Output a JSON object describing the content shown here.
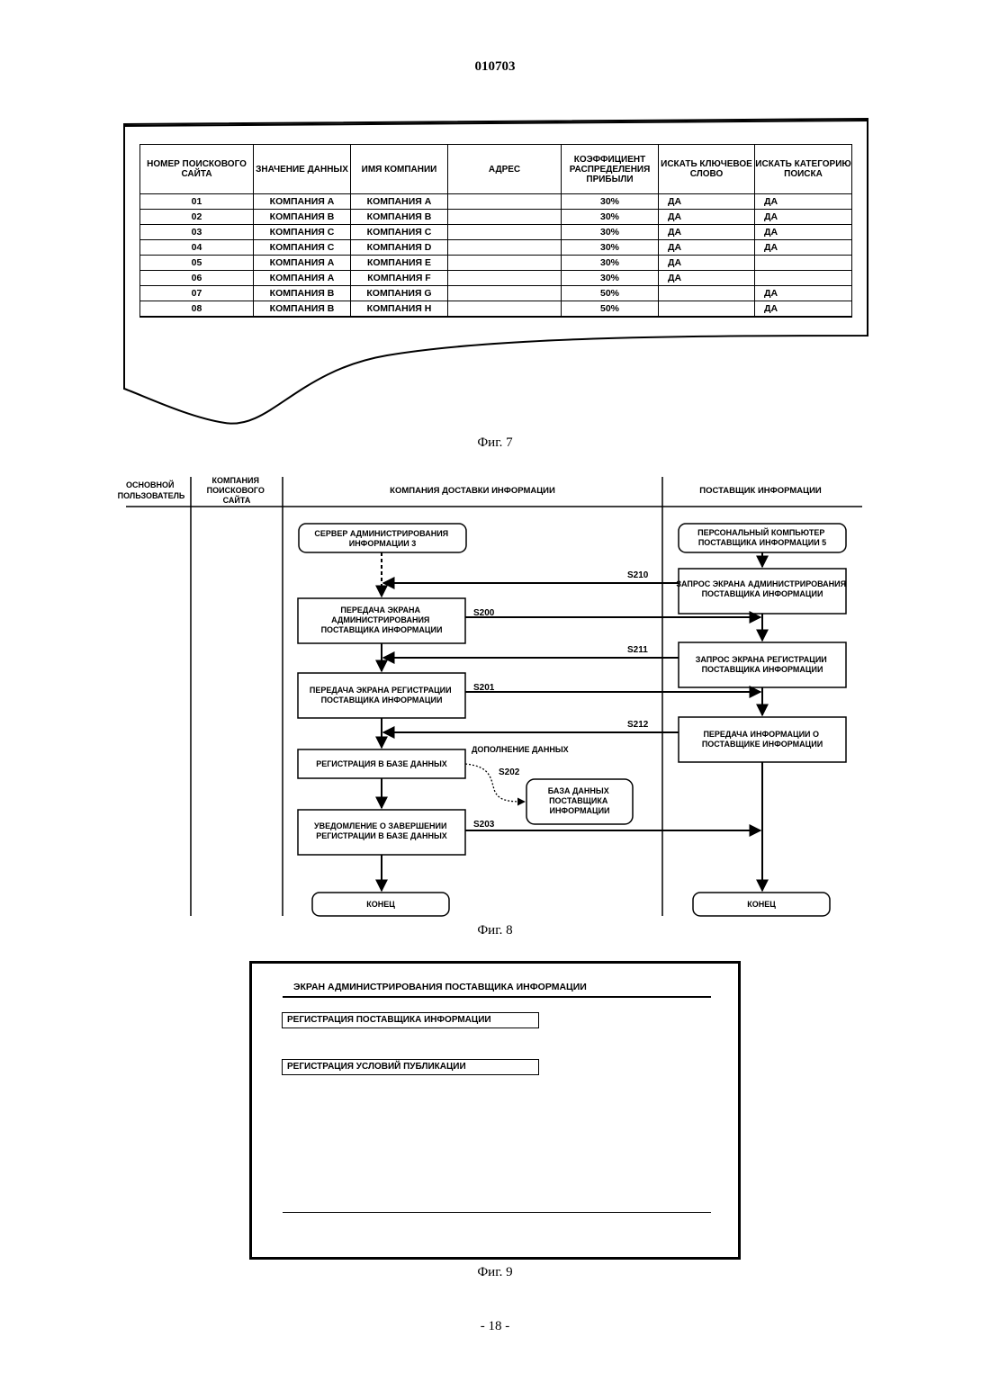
{
  "header": {
    "doc_number": "010703"
  },
  "fig7": {
    "caption": "Фиг. 7",
    "columns": [
      "НОМЕР ПОИСКОВОГО САЙТА",
      "ЗНАЧЕНИЕ ДАННЫХ",
      "ИМЯ КОМПАНИИ",
      "АДРЕС",
      "КОЭФФИЦИЕНТ РАСПРЕДЕЛЕНИЯ ПРИБЫЛИ",
      "ИСКАТЬ КЛЮЧЕВОЕ СЛОВО",
      "ИСКАТЬ КАТЕГОРИЮ ПОИСКА"
    ],
    "rows": [
      [
        "01",
        "КОМПАНИЯ A",
        "КОМПАНИЯ A",
        "",
        "30%",
        "ДА",
        "ДА"
      ],
      [
        "02",
        "КОМПАНИЯ B",
        "КОМПАНИЯ B",
        "",
        "30%",
        "ДА",
        "ДА"
      ],
      [
        "03",
        "КОМПАНИЯ C",
        "КОМПАНИЯ C",
        "",
        "30%",
        "ДА",
        "ДА"
      ],
      [
        "04",
        "КОМПАНИЯ C",
        "КОМПАНИЯ D",
        "",
        "30%",
        "ДА",
        "ДА"
      ],
      [
        "05",
        "КОМПАНИЯ A",
        "КОМПАНИЯ E",
        "",
        "30%",
        "ДА",
        ""
      ],
      [
        "06",
        "КОМПАНИЯ A",
        "КОМПАНИЯ F",
        "",
        "30%",
        "ДА",
        ""
      ],
      [
        "07",
        "КОМПАНИЯ B",
        "КОМПАНИЯ G",
        "",
        "50%",
        "",
        "ДА"
      ],
      [
        "08",
        "КОМПАНИЯ B",
        "КОМПАНИЯ H",
        "",
        "50%",
        "",
        "ДА"
      ]
    ]
  },
  "fig8": {
    "caption": "Фиг. 8",
    "lanes": {
      "main_user": [
        "ОСНОВНОЙ",
        "ПОЛЬЗОВАТЕЛЬ"
      ],
      "search_site": [
        "КОМПАНИЯ",
        "ПОИСКОВОГО",
        "САЙТА"
      ],
      "delivery_company": "КОМПАНИЯ ДОСТАВКИ ИНФОРМАЦИИ",
      "provider": "ПОСТАВЩИК ИНФОРМАЦИИ"
    },
    "boxes": {
      "admin_server": [
        "СЕРВЕР АДМИНИСТРИРОВАНИЯ",
        "ИНФОРМАЦИИ 3"
      ],
      "provider_pc": [
        "ПЕРСОНАЛЬНЫЙ КОМПЬЮТЕР",
        "ПОСТАВЩИКА ИНФОРМАЦИИ 5"
      ],
      "admin_screen_request": [
        "ЗАПРОС ЭКРАНА АДМИНИСТРИРОВАНИЯ",
        "ПОСТАВЩИКА ИНФОРМАЦИИ"
      ],
      "admin_screen_transfer": [
        "ПЕРЕДАЧА ЭКРАНА",
        "АДМИНИСТРИРОВАНИЯ",
        "ПОСТАВЩИКА ИНФОРМАЦИИ"
      ],
      "reg_screen_request": [
        "ЗАПРОС ЭКРАНА РЕГИСТРАЦИИ",
        "ПОСТАВЩИКА ИНФОРМАЦИИ"
      ],
      "reg_screen_transfer": [
        "ПЕРЕДАЧА ЭКРАНА РЕГИСТРАЦИИ",
        "ПОСТАВЩИКА ИНФОРМАЦИИ"
      ],
      "provider_info_transfer": [
        "ПЕРЕДАЧА ИНФОРМАЦИИ О",
        "ПОСТАВЩИКЕ ИНФОРМАЦИИ"
      ],
      "db_registration": [
        "РЕГИСТРАЦИЯ В БАЗЕ ДАННЫХ"
      ],
      "provider_db": [
        "БАЗА ДАННЫХ",
        "ПОСТАВЩИКА",
        "ИНФОРМАЦИИ"
      ],
      "completion_notice": [
        "УВЕДОМЛЕНИЕ О ЗАВЕРШЕНИИ",
        "РЕГИСТРАЦИИ В БАЗЕ ДАННЫХ"
      ],
      "end_left": [
        "КОНЕЦ"
      ],
      "end_right": [
        "КОНЕЦ"
      ]
    },
    "steps": {
      "s210": "S210",
      "s200": "S200",
      "s211": "S211",
      "s201": "S201",
      "s212": "S212",
      "s202": "S202",
      "s203": "S203"
    },
    "data_addition": "ДОПОЛНЕНИЕ ДАННЫХ"
  },
  "fig9": {
    "caption": "Фиг. 9",
    "title": "ЭКРАН АДМИНИСТРИРОВАНИЯ ПОСТАВЩИКА ИНФОРМАЦИИ",
    "buttons": [
      "РЕГИСТРАЦИЯ ПОСТАВЩИКА ИНФОРМАЦИИ",
      "РЕГИСТРАЦИЯ УСЛОВИЙ ПУБЛИКАЦИИ"
    ]
  },
  "footer": {
    "page_number": "- 18 -"
  }
}
